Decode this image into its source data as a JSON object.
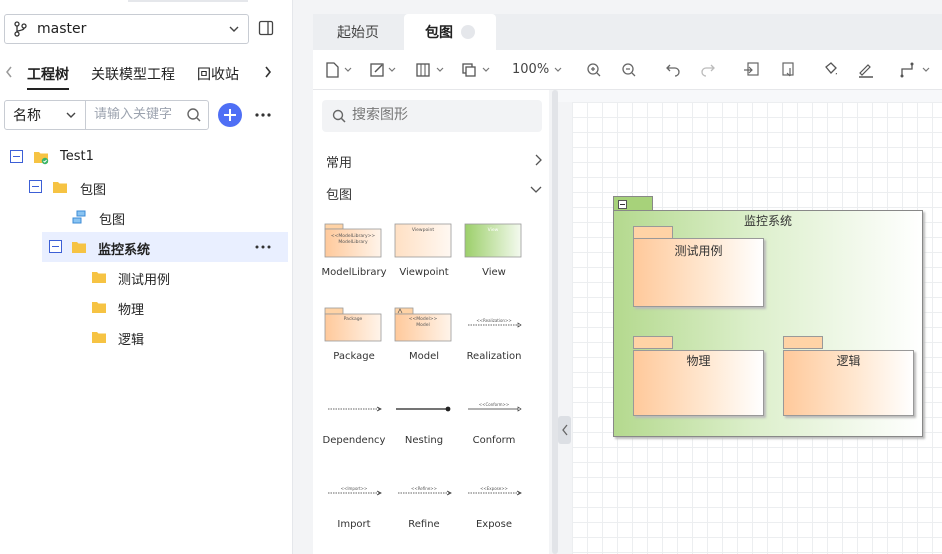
{
  "sidebar": {
    "branch": "master",
    "tabs": [
      "工程树",
      "关联模型工程",
      "回收站"
    ],
    "filter": {
      "selected": "名称",
      "placeholder": "请输入关键字"
    },
    "tree": [
      {
        "label": "Test1"
      },
      {
        "label": "包图"
      },
      {
        "label": "包图"
      },
      {
        "label": "监控系统"
      },
      {
        "label": "测试用例"
      },
      {
        "label": "物理"
      },
      {
        "label": "逻辑"
      }
    ]
  },
  "editor": {
    "tabs": [
      "起始页",
      "包图"
    ],
    "zoom": "100%"
  },
  "palette": {
    "search_placeholder": "搜索图形",
    "sections": [
      "常用",
      "包图"
    ],
    "shapes": [
      {
        "label": "ModelLibrary",
        "inner": "<<ModelLibrary>>"
      },
      {
        "label": "Viewpoint",
        "inner": "Viewpoint"
      },
      {
        "label": "View",
        "inner": "View"
      },
      {
        "label": "Package",
        "inner": "Package"
      },
      {
        "label": "Model",
        "inner": "<<Model>>"
      },
      {
        "label": "Realization",
        "inner": "<<Realization>>"
      },
      {
        "label": "Dependency",
        "inner": ""
      },
      {
        "label": "Nesting",
        "inner": ""
      },
      {
        "label": "Conform",
        "inner": "<<Conform>>"
      },
      {
        "label": "Import",
        "inner": "<<Import>>"
      },
      {
        "label": "Refine",
        "inner": "<<Refine>>"
      },
      {
        "label": "Expose",
        "inner": "<<Expose>>"
      }
    ]
  },
  "diagram": {
    "package": "监控系统",
    "children": [
      "测试用例",
      "物理",
      "逻辑"
    ]
  },
  "colors": {
    "accent": "#4f6ff5",
    "package_green": "#a7d27a",
    "package_orange": "#ffc99b"
  }
}
